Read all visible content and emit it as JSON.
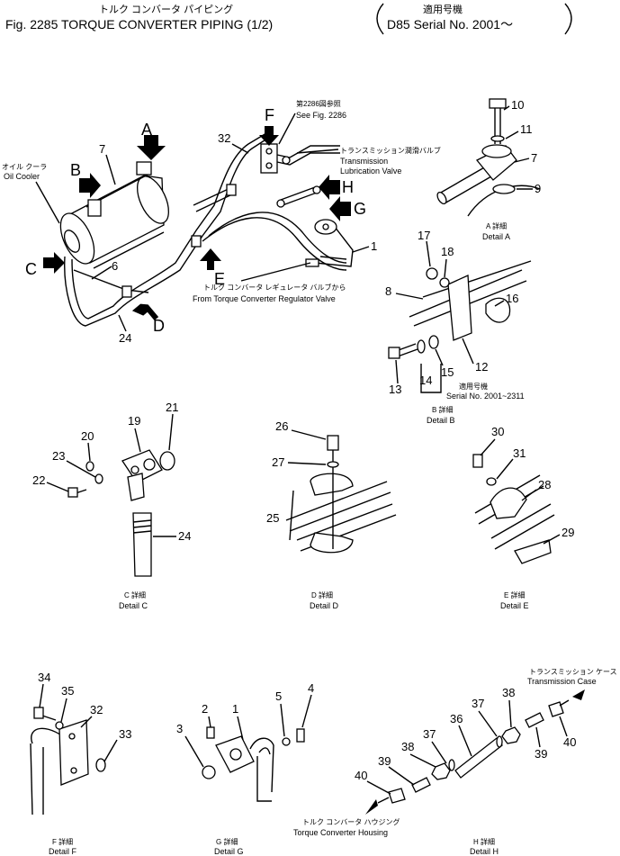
{
  "header": {
    "title_jp": "トルク コンバータ パイピング",
    "title": "Fig. 2285 TORQUE CONVERTER PIPING (1/2)",
    "serial_jp": "適用号機",
    "serial": "D85 Serial No. 2001～"
  },
  "main": {
    "oil_cooler_jp": "オイル クーラ",
    "oil_cooler": "Oil Cooler",
    "see_fig_jp": "第2286図参照",
    "see_fig": "See Fig. 2286",
    "trans_lube_jp": "トランスミッション潤滑バルブ",
    "trans_lube_1": "Transmission",
    "trans_lube_2": "Lubrication Valve",
    "from_reg_jp": "トルク コンバータ レギュレータ バルブから",
    "from_reg": "From Torque Converter Regulator Valve",
    "letters": [
      "A",
      "B",
      "C",
      "D",
      "E",
      "F",
      "G",
      "H"
    ],
    "numbers": [
      "32",
      "7",
      "6",
      "24",
      "1"
    ]
  },
  "detail_a": {
    "title_jp": "A 詳細",
    "title": "Detail A",
    "numbers": [
      "10",
      "11",
      "7",
      "9"
    ]
  },
  "detail_b": {
    "title_jp": "B 詳細",
    "title": "Detail B",
    "numbers": [
      "17",
      "18",
      "8",
      "16",
      "12",
      "13",
      "14",
      "15"
    ],
    "serial_jp": "適用号機",
    "serial": "Serial No. 2001~2311"
  },
  "detail_c": {
    "title_jp": "C 詳細",
    "title": "Detail C",
    "numbers": [
      "21",
      "19",
      "20",
      "23",
      "22",
      "24"
    ]
  },
  "detail_d": {
    "title_jp": "D 詳細",
    "title": "Detail D",
    "numbers": [
      "26",
      "27",
      "25"
    ]
  },
  "detail_e": {
    "title_jp": "E 詳細",
    "title": "Detail E",
    "numbers": [
      "30",
      "31",
      "28",
      "29"
    ]
  },
  "detail_f": {
    "title_jp": "F 詳細",
    "title": "Detail F",
    "numbers": [
      "34",
      "35",
      "32",
      "33"
    ]
  },
  "detail_g": {
    "title_jp": "G 詳細",
    "title": "Detail G",
    "numbers": [
      "2",
      "1",
      "5",
      "4",
      "3"
    ]
  },
  "detail_h": {
    "title_jp": "H 詳細",
    "title": "Detail H",
    "numbers": [
      "38",
      "37",
      "36",
      "39",
      "40",
      "37",
      "38",
      "39",
      "40"
    ],
    "trans_case_jp": "トランスミッション ケース",
    "trans_case": "Transmission Case",
    "tc_housing_jp": "トルク コンバータ ハウジング",
    "tc_housing": "Torque Converter Housing"
  }
}
